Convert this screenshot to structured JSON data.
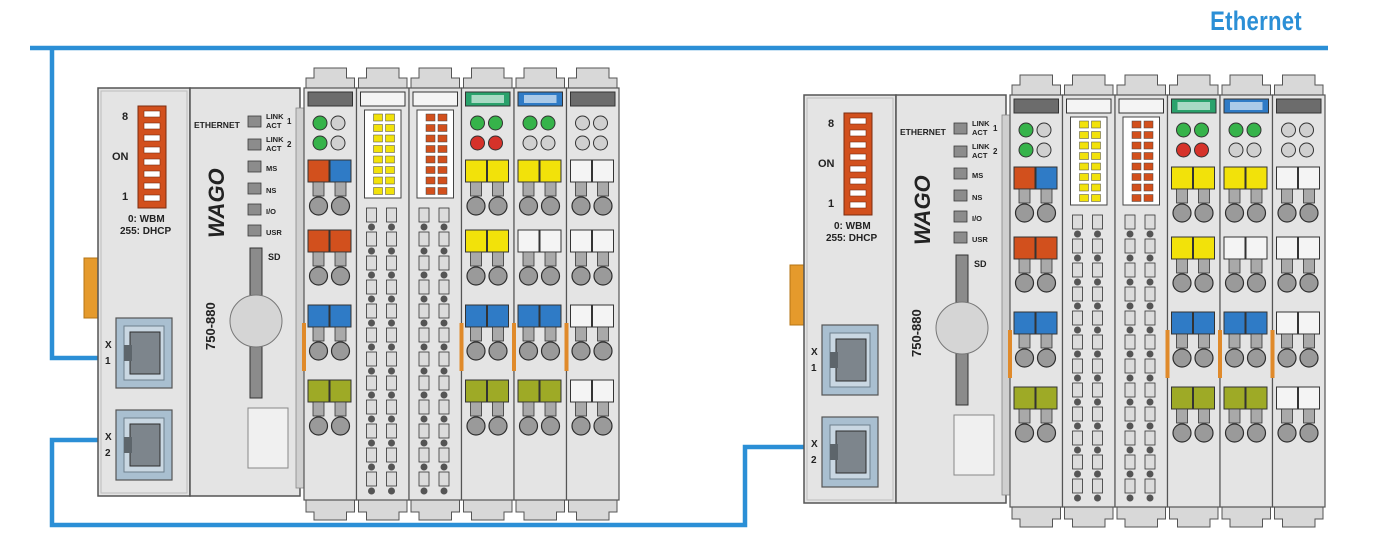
{
  "title": "Ethernet",
  "colors": {
    "ethernet_line": "#2b8fd6",
    "title": "#2b8fd6",
    "module_body": "#e4e4e4",
    "outline": "#555555",
    "orange": "#d2501d",
    "blue": "#2f7bc6",
    "yellow": "#f2e20a",
    "olive": "#9eaa26",
    "green_led": "#36b34a",
    "red_led": "#d6322a",
    "green_cap": "#2aa26c"
  },
  "controllers": [
    {
      "dip_label_top": "8",
      "dip_label_on": "ON",
      "dip_label_bottom": "1",
      "dip_note_1": "0: WBM",
      "dip_note_2": "255: DHCP",
      "ethernet_label": "ETHERNET",
      "led_labels": [
        "LINK ACT 1",
        "LINK ACT 2",
        "MS",
        "NS",
        "I/O",
        "USR"
      ],
      "brand": "WAGO",
      "model": "750-880",
      "sd_label": "SD",
      "port1": "X 1",
      "port2": "X 2"
    },
    {
      "dip_label_top": "8",
      "dip_label_on": "ON",
      "dip_label_bottom": "1",
      "dip_note_1": "0: WBM",
      "dip_note_2": "255: DHCP",
      "ethernet_label": "ETHERNET",
      "led_labels": [
        "LINK ACT 1",
        "LINK ACT 2",
        "MS",
        "NS",
        "I/O",
        "USR"
      ],
      "brand": "WAGO",
      "model": "750-880",
      "sd_label": "SD",
      "port1": "X 1",
      "port2": "X 2"
    }
  ],
  "io_modules": [
    {
      "cap": "dark",
      "type": "terminal",
      "rows": [
        "orange",
        "orange",
        "blue",
        "olive"
      ],
      "rows_right": [
        "blue",
        "orange",
        "blue",
        "olive"
      ],
      "leds": [
        "green",
        "grey",
        "green",
        "grey"
      ]
    },
    {
      "cap": "light",
      "type": "bus_yellow"
    },
    {
      "cap": "light",
      "type": "bus_red"
    },
    {
      "cap": "green",
      "type": "terminal",
      "rows": [
        "yellow",
        "yellow",
        "blue",
        "olive"
      ],
      "rows_right": [
        "yellow",
        "yellow",
        "blue",
        "olive"
      ],
      "leds": [
        "green",
        "green",
        "red",
        "red"
      ]
    },
    {
      "cap": "blue",
      "type": "terminal",
      "rows": [
        "yellow",
        "white",
        "blue",
        "olive"
      ],
      "rows_right": [
        "yellow",
        "white",
        "blue",
        "olive"
      ],
      "leds": [
        "green",
        "green",
        "grey",
        "grey"
      ]
    },
    {
      "cap": "dark",
      "type": "terminal",
      "rows": [
        "white",
        "white",
        "white",
        "white"
      ],
      "rows_right": [
        "white",
        "white",
        "white",
        "white"
      ],
      "leds": [
        "grey",
        "grey",
        "grey",
        "grey"
      ]
    }
  ]
}
